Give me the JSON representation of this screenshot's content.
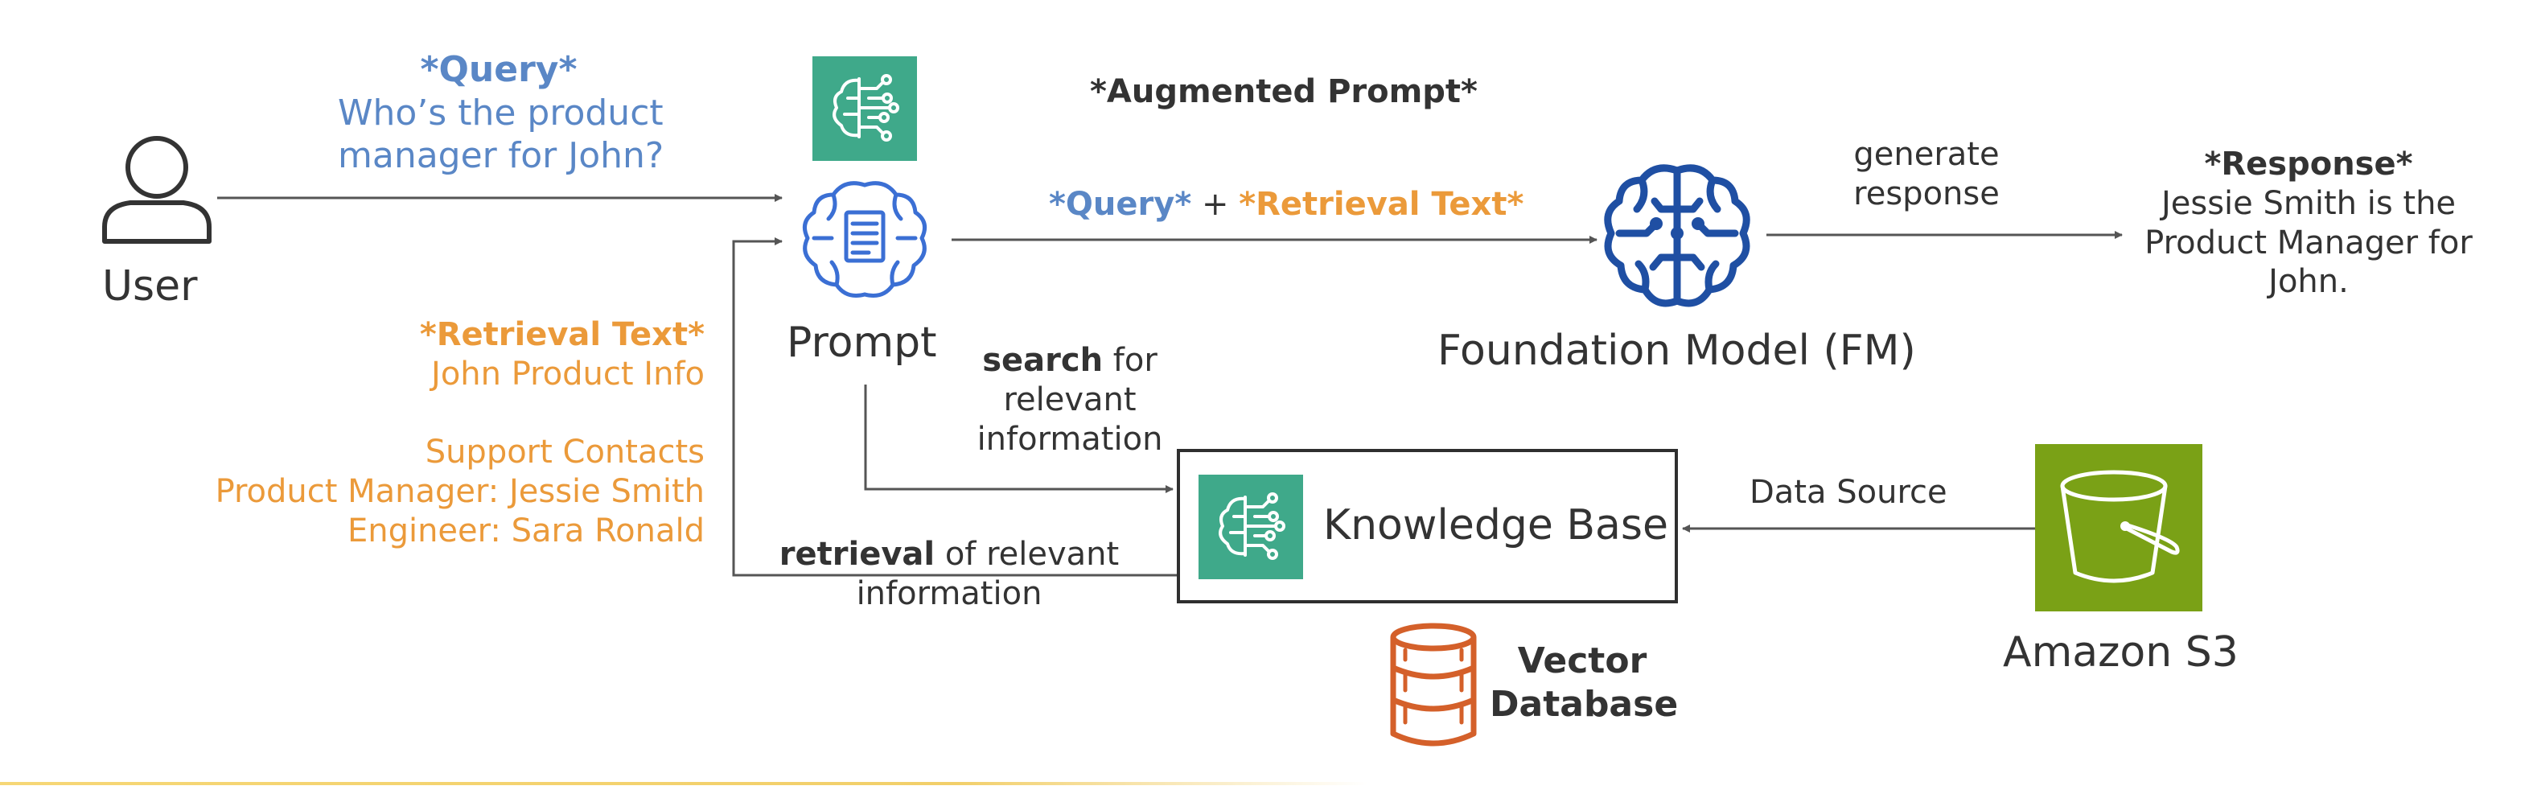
{
  "user": {
    "label": "User"
  },
  "query": {
    "tag": "*Query*",
    "text_line1": "Who’s the product",
    "text_line2": "manager for John?"
  },
  "prompt": {
    "label": "Prompt"
  },
  "augmented": {
    "title": "*Augmented Prompt*",
    "query_tag": "*Query*",
    "plus": "+",
    "retrieval_tag": "*Retrieval Text*"
  },
  "fm": {
    "label": "Foundation Model (FM)",
    "generate_line1": "generate",
    "generate_line2": "response"
  },
  "response": {
    "tag": "*Response*",
    "line1": "Jessie Smith is the",
    "line2": "Product Manager for",
    "line3": "John."
  },
  "retrieval_text": {
    "tag": "*Retrieval Text*",
    "line1": "John Product Info",
    "line2": "Support Contacts",
    "line3": "Product Manager: Jessie Smith",
    "line4": "Engineer: Sara Ronald"
  },
  "search": {
    "bold": "search",
    "rest1": " for",
    "line2": "relevant",
    "line3": "information"
  },
  "retrieval": {
    "bold": "retrieval",
    "rest1": " of relevant",
    "line2": "information"
  },
  "knowledge_base": {
    "label": "Knowledge Base"
  },
  "data_source": {
    "label": "Data Source"
  },
  "s3": {
    "label": "Amazon S3"
  },
  "vector_db": {
    "line1": "Vector",
    "line2": "Database"
  },
  "colors": {
    "query_blue": "#5a87c6",
    "retrieval_orange": "#eb9a3a",
    "bedrock_teal": "#3fa98a",
    "fm_blue": "#1f4fa3",
    "s3_green": "#7aa116",
    "vector_orange": "#d4602a",
    "arrow": "#555555"
  }
}
